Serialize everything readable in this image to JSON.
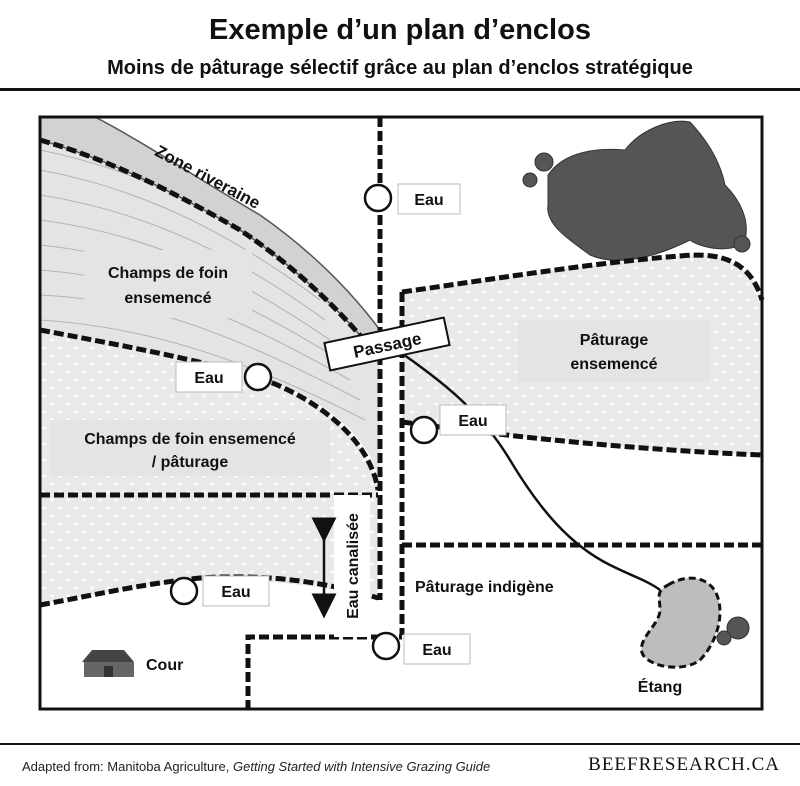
{
  "header": {
    "title": "Exemple d’un plan d’enclos",
    "subtitle": "Moins de pâturage sélectif grâce au plan d’enclos stratégique"
  },
  "labels": {
    "riparian": "Zone riveraine",
    "hay_line1": "Champs de foin",
    "hay_line2": "ensemencé",
    "hay_pasture_line1": "Champs de foin ensemencé",
    "hay_pasture_line2": "/ pâturage",
    "passage": "Passage",
    "seeded_pasture_line1": "Pâturage",
    "seeded_pasture_line2": "ensemencé",
    "native_pasture": "Pâturage indigène",
    "canal": "Eau canalisée",
    "yard": "Cour",
    "pond": "Étang"
  },
  "water_points": [
    {
      "label": "Eau"
    },
    {
      "label": "Eau"
    },
    {
      "label": "Eau"
    },
    {
      "label": "Eau"
    },
    {
      "label": "Eau"
    }
  ],
  "footer": {
    "source_prefix": "Adapted from: Manitoba Agriculture, ",
    "source_title": "Getting Started with Intensive Grazing Guide",
    "brand": "BEEFRESEARCH.CA"
  },
  "colors": {
    "fence": "#111111",
    "riparian": "#d0d0d0",
    "hayfield": "#e6e6e6",
    "pasture_dots": "#e8e8e8",
    "pond": "#bdbdbd",
    "trees": "#555555"
  }
}
